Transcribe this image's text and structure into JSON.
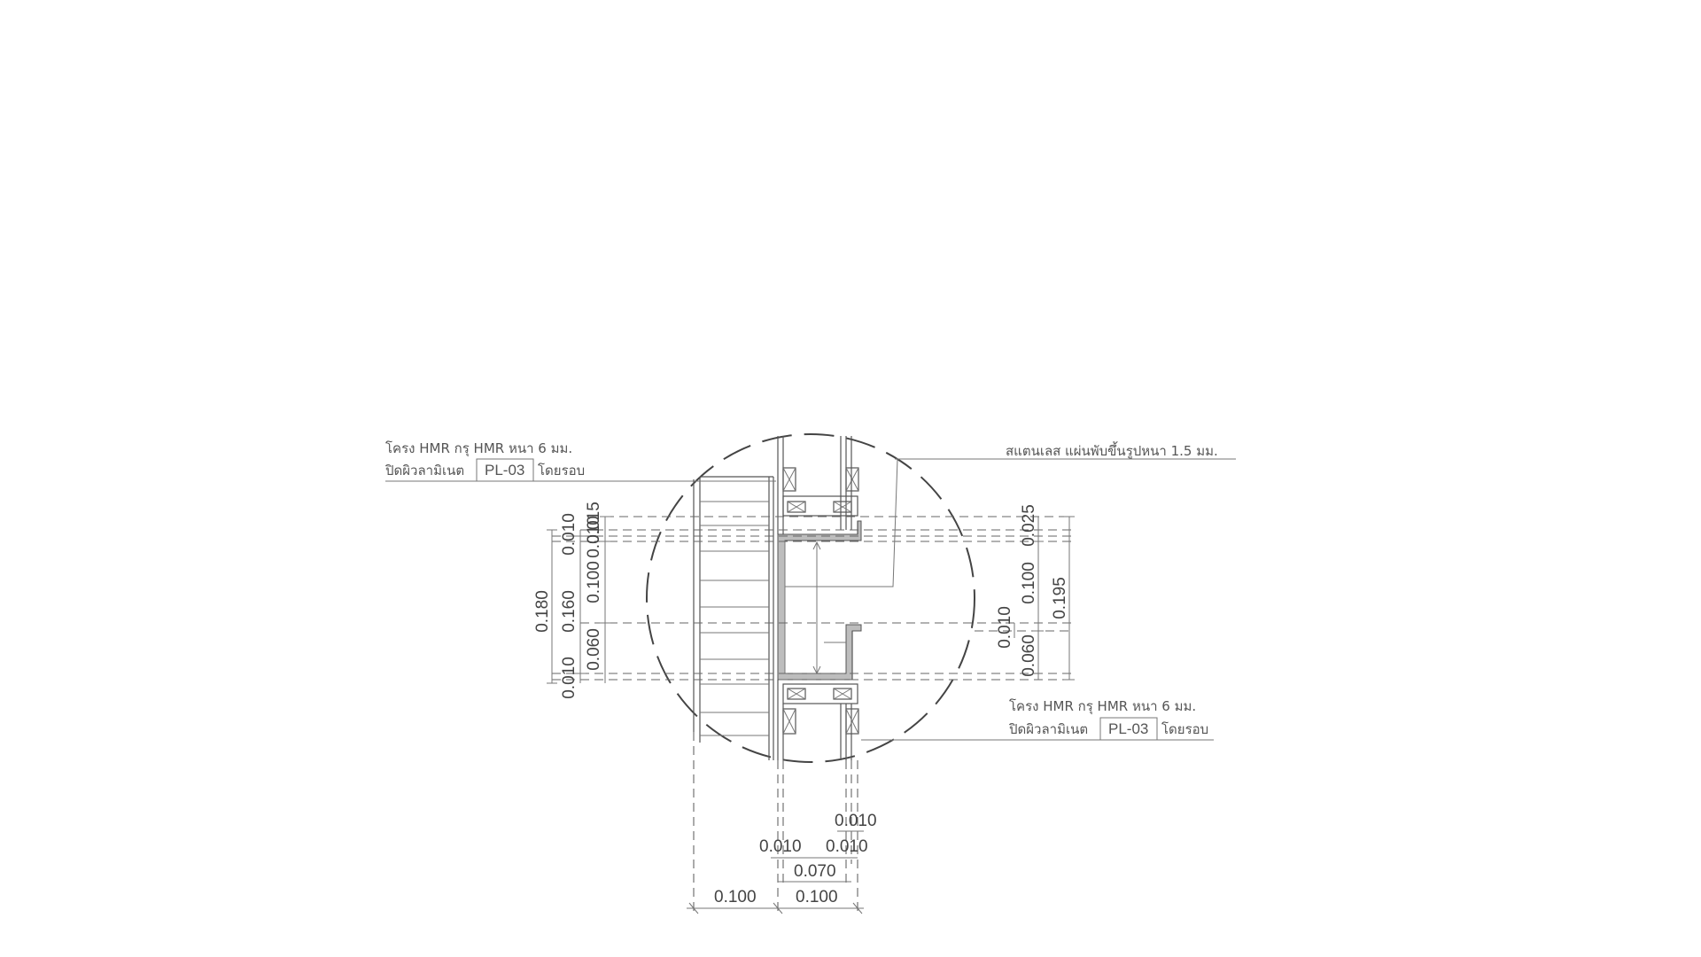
{
  "annotations": {
    "top_left": {
      "line1": "โครง HMR กรุ HMR หนา 6 มม.",
      "line2_prefix": "ปิดผิวลามิเนต",
      "tag": "PL-03",
      "line2_suffix": "โดยรอบ"
    },
    "top_right": {
      "line1": "สแตนเลส แผ่นพับขึ้นรูปหนา 1.5 มม."
    },
    "bottom_right": {
      "line1": "โครง HMR กรุ HMR หนา 6 มม.",
      "line2_prefix": "ปิดผิวลามิเนต",
      "tag": "PL-03",
      "line2_suffix": "โดยรอบ"
    }
  },
  "dimensions": {
    "left_outer": "0.180",
    "left_mid": "0.160",
    "left_top_010": "0.010",
    "left_bottom_010": "0.010",
    "inner_015": "0.015",
    "inner_010": "0.010",
    "inner_100": "0.100",
    "inner_060": "0.060",
    "right_025": "0.025",
    "right_100": "0.100",
    "right_010": "0.010",
    "right_060": "0.060",
    "right_195": "0.195",
    "bottom_010_top": "0.010",
    "bottom_010_left": "0.010",
    "bottom_010_right": "0.010",
    "bottom_070": "0.070",
    "bottom_100_left": "0.100",
    "bottom_100_right": "0.100"
  }
}
